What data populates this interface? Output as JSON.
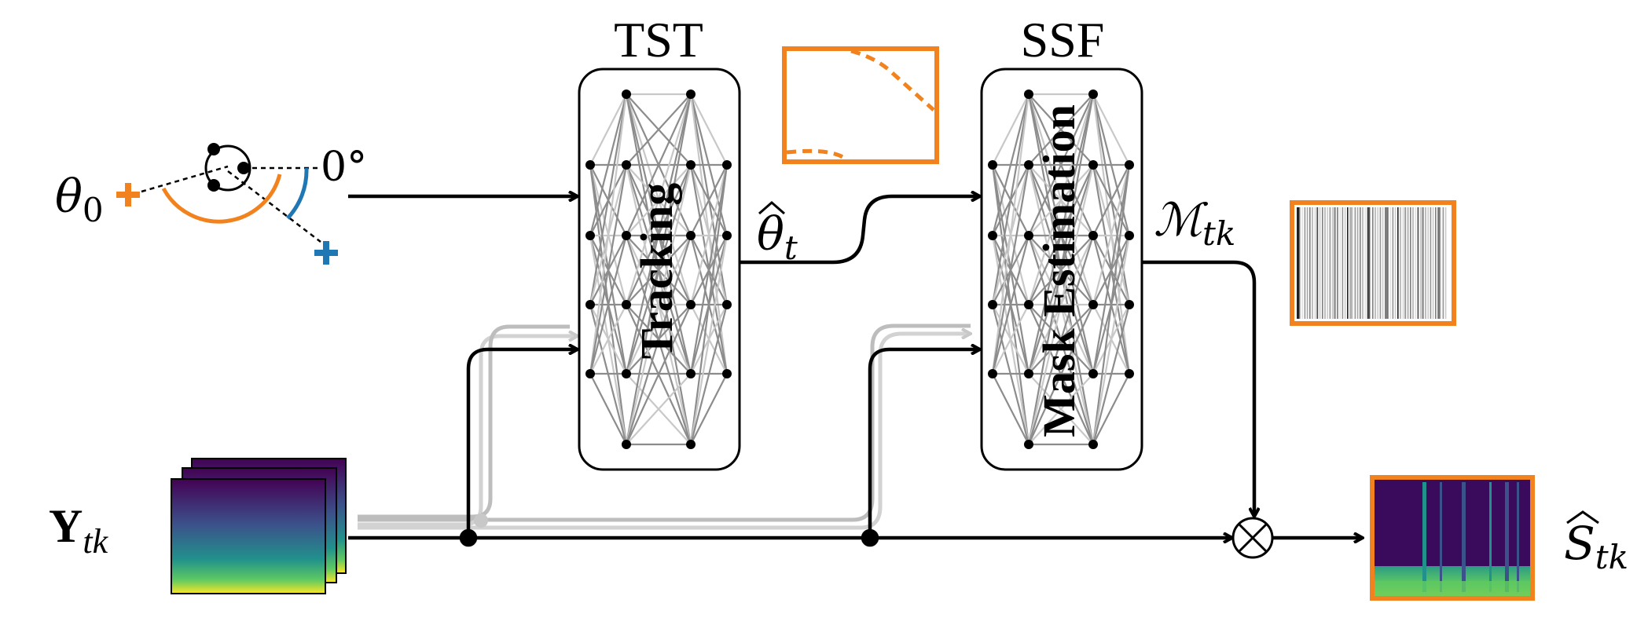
{
  "diagram": {
    "tst_block": {
      "title": "TST",
      "inner_label": "Tracking"
    },
    "ssf_block": {
      "title": "SSF",
      "inner_label": "Mask Estimation"
    },
    "input": {
      "theta0_symbol": "θ",
      "theta0_subscript": "0",
      "zero_degree_label": "0°",
      "Y_symbol": "Y",
      "Y_subscript": "tk"
    },
    "intermediate": {
      "theta_hat_symbol": "θ",
      "theta_hat_subscript": "t",
      "mask_symbol": "ℳ",
      "mask_subscript": "tk"
    },
    "output": {
      "S_hat_symbol": "S",
      "S_hat_subscript": "tk"
    },
    "colors": {
      "orange": "#f2821e",
      "blue": "#1f77b4",
      "gray_light": "#c8c8c8",
      "gray_mid": "#8c8c8c",
      "viridis_dark": "#440154",
      "viridis_mid": "#21918c",
      "viridis_light": "#fde725"
    }
  }
}
